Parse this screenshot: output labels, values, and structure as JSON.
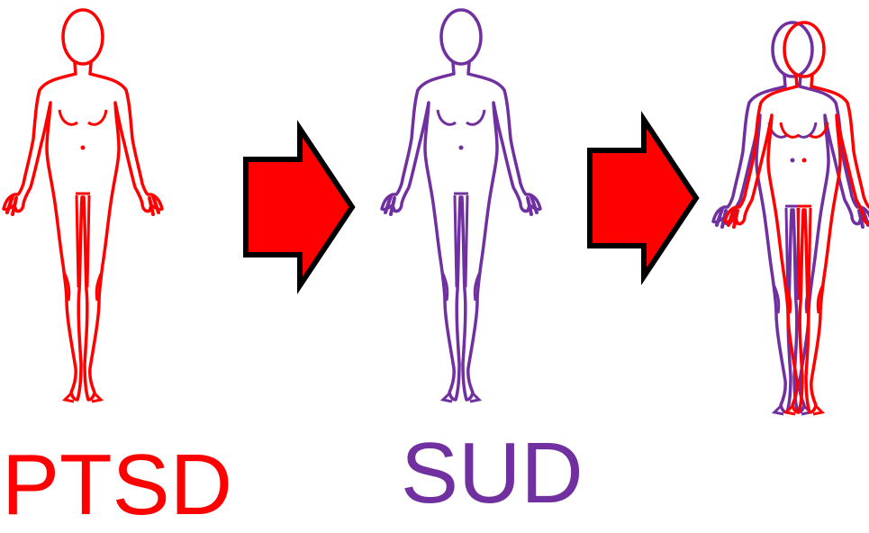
{
  "labels": {
    "left": "PTSD",
    "middle": "SUD"
  },
  "colors": {
    "ptsd": "#ff0000",
    "sud": "#7030a0",
    "arrow_fill": "#ff0000",
    "arrow_outline": "#000000",
    "background": "#ffffff"
  },
  "figures": [
    {
      "name": "ptsd-figure",
      "color_key": "ptsd",
      "icon": "human-body-outline-icon"
    },
    {
      "name": "sud-figure",
      "color_key": "sud",
      "icon": "human-body-outline-icon"
    },
    {
      "name": "overlapped-figures",
      "color_keys": [
        "sud",
        "ptsd"
      ],
      "icon": "overlapping-body-outlines-icon"
    }
  ],
  "arrows": [
    {
      "name": "arrow-right-1",
      "icon": "right-arrow-icon"
    },
    {
      "name": "arrow-right-2",
      "icon": "right-arrow-icon"
    }
  ]
}
